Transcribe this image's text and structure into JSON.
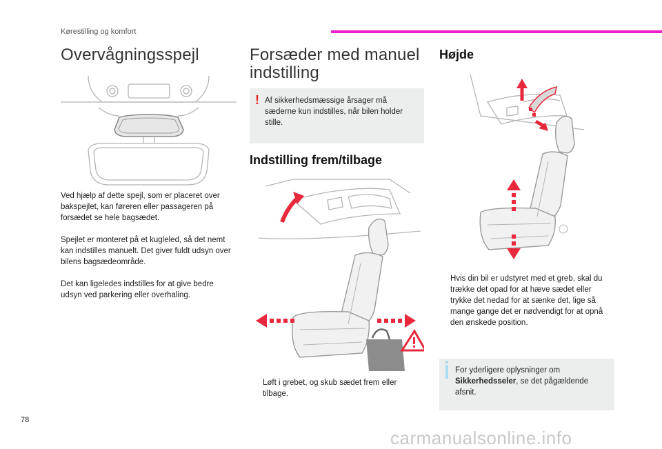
{
  "header": {
    "section_label": "Kørestilling og komfort",
    "accent_color": "#ee22cc"
  },
  "col1": {
    "title": "Overvågningsspejl",
    "paragraphs": [
      "Ved hjælp af dette spejl, som er placeret over bakspejlet, kan føreren eller passageren på forsædet se hele bagsædet.",
      "Spejlet er monteret på et kugleled, så det nemt kan indstilles manuelt. Det giver fuldt udsyn over bilens bagsædeområde.",
      "Det kan ligeledes indstilles for at give bedre udsyn ved parkering eller overhaling."
    ]
  },
  "col2": {
    "title": "Forsæder med manuel indstilling",
    "warning_mark": "!",
    "warning": "Af sikkerhedsmæssige årsager må sæderne kun indstilles, når bilen holder stille.",
    "subtitle": "Indstilling frem/tilbage",
    "bullet_symbol": "",
    "bullet": "Løft i grebet, og skub sædet frem eller tilbage."
  },
  "col3": {
    "title": "Højde",
    "bullet_symbol": "",
    "bullet": "Hvis din bil er udstyret med et greb, skal du trække det opad for at hæve sædet eller trykke det nedad for at sænke det, lige så mange gange det er nødvendigt for at opnå den ønskede position.",
    "info_before": "For yderligere oplysninger om ",
    "info_bold": "Sikkerhedsseler",
    "info_after": ", se det pågældende afsnit."
  },
  "footer": {
    "page_number": "78",
    "watermark": "carmanualsonline.info"
  },
  "colors": {
    "arrow_red": "#e8283c",
    "note_bg": "#eceeee",
    "warning_red": "#e62020",
    "info_blue": "#aadcf2"
  }
}
